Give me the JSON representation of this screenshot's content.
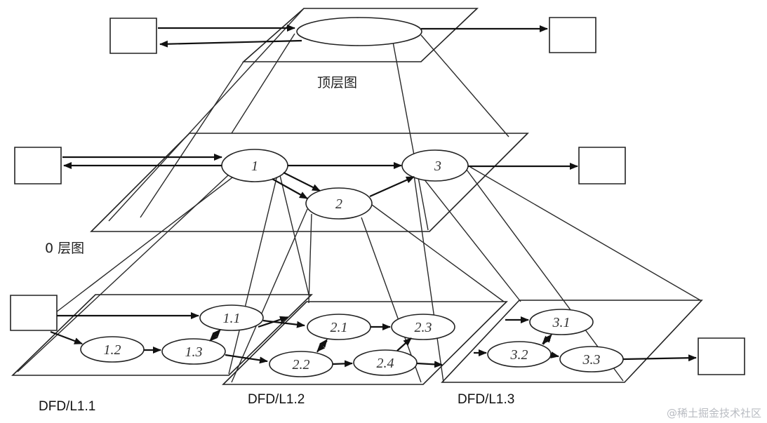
{
  "levels": {
    "top": {
      "label": "顶层图"
    },
    "zero": {
      "label": "0 层图"
    },
    "l11": {
      "label": "DFD/L1.1"
    },
    "l12": {
      "label": "DFD/L1.2"
    },
    "l13": {
      "label": "DFD/L1.3"
    }
  },
  "processes": {
    "p1": "1",
    "p2": "2",
    "p3": "3",
    "p11": "1.1",
    "p12": "1.2",
    "p13": "1.3",
    "p21": "2.1",
    "p22": "2.2",
    "p23": "2.3",
    "p24": "2.4",
    "p31": "3.1",
    "p32": "3.2",
    "p33": "3.3"
  },
  "watermark": "@稀土掘金技术社区"
}
